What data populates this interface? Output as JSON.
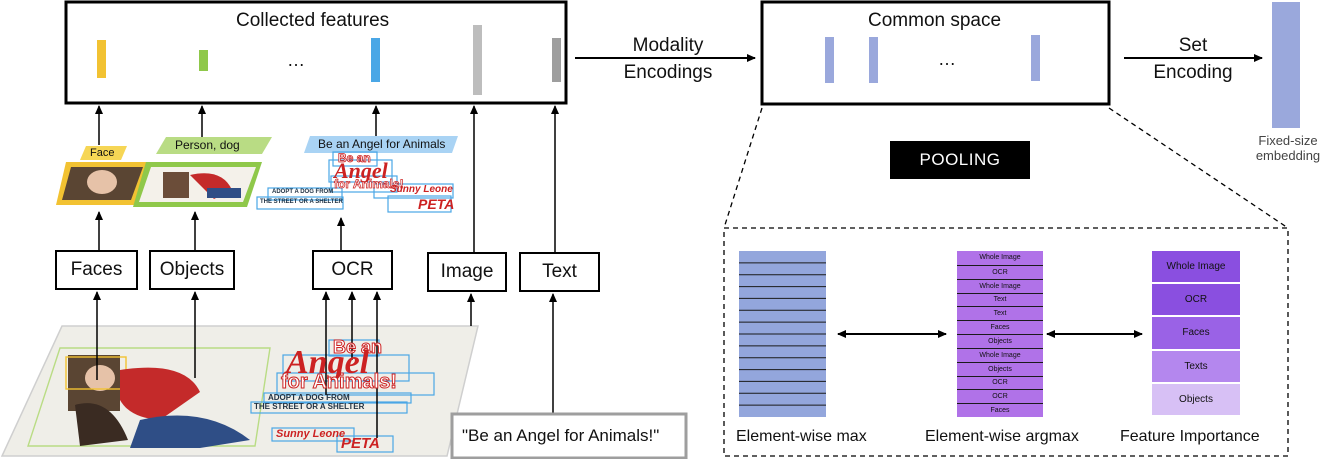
{
  "left_block": {
    "title": "Collected features",
    "ellipsis": "…",
    "feature_bar_colors": [
      "#f2c232",
      "#8fc84a",
      "#4aa7e6",
      "#bdbdbd",
      "#9e9e9e"
    ]
  },
  "modality_encodings": {
    "line1": "Modality",
    "line2": "Encodings"
  },
  "common_space": {
    "title": "Common space",
    "ellipsis": "…",
    "bar_color": "#9aa8dc"
  },
  "set_encoding": {
    "line1": "Set",
    "line2": "Encoding"
  },
  "fixed_size": {
    "line1": "Fixed-size",
    "line2": "embedding",
    "color": "#9aa8dc"
  },
  "pooling": {
    "label": "POOLING"
  },
  "tags": {
    "face": "Face",
    "objects": "Person, dog",
    "ocr": "Be an Angel for Animals"
  },
  "extractors": {
    "faces": "Faces",
    "objects": "Objects",
    "ocr": "OCR",
    "image": "Image",
    "text": "Text"
  },
  "input_text": "\"Be an Angel for Animals!\"",
  "image_text": {
    "be_an": "Be an",
    "angel": "Angel",
    "for_animals": "for Animals!",
    "adopt": "ADOPT A DOG FROM",
    "street": "THE STREET OR A SHELTER",
    "sunny": "Sunny Leone",
    "peta": "PETA"
  },
  "pooling_panel": {
    "max_caption": "Element-wise max",
    "argmax_caption": "Element-wise argmax",
    "importance_caption": "Feature Importance",
    "max_rows": 14,
    "argmax_rows": [
      "Whole Image",
      "OCR",
      "Whole Image",
      "Text",
      "Text",
      "Faces",
      "Objects",
      "Whole Image",
      "Objects",
      "OCR",
      "OCR",
      "Faces"
    ],
    "importance_rows": [
      {
        "label": "Whole Image",
        "color": "#8a4fe0"
      },
      {
        "label": "OCR",
        "color": "#8a4fe0"
      },
      {
        "label": "Faces",
        "color": "#9a62e6"
      },
      {
        "label": "Texts",
        "color": "#b487ee"
      },
      {
        "label": "Objects",
        "color": "#d7c0f5"
      }
    ],
    "max_color": "#93a6dc",
    "argmax_color": "#b072e8"
  }
}
